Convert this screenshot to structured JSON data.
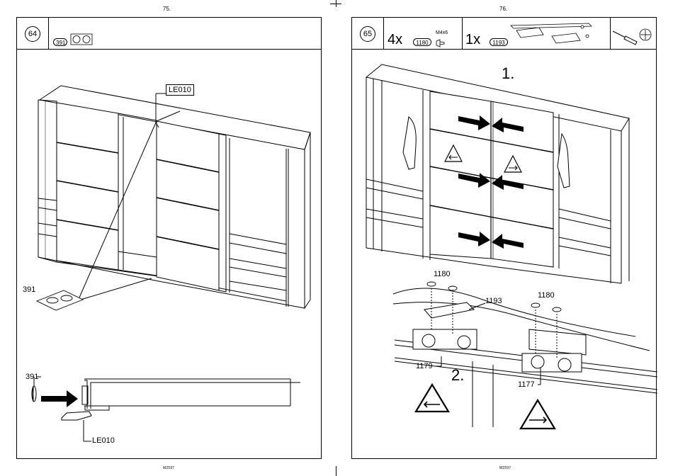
{
  "left_page": {
    "page_number": "75.",
    "footer_code": "M2597",
    "step_number": "64",
    "header_part_number": "391",
    "callout_top": "LE010",
    "label_plate": "391",
    "label_detail_plate": "391",
    "callout_bottom": "LE010"
  },
  "right_page": {
    "page_number": "76.",
    "footer_code": "M2597",
    "step_number": "65",
    "qty_screws": "4x",
    "screw_part": "1180",
    "screw_spec": "M4x6",
    "qty_bracket": "1x",
    "bracket_part": "1193",
    "step_1_label": "1.",
    "step_2_label": "2.",
    "label_screw_left": "1180",
    "label_screw_right": "1180",
    "label_bracket": "1193",
    "label_roller_left": "1179",
    "label_roller_right": "1177"
  },
  "icons": {
    "plate": "double-hole-plate-icon",
    "screw": "screw-icon",
    "bracket": "connecting-bracket-icon",
    "screwdriver": "screwdriver-icon",
    "phillips": "phillips-head-icon",
    "warning_left": "warning-arrow-left-icon",
    "warning_right": "warning-arrow-right-icon"
  }
}
